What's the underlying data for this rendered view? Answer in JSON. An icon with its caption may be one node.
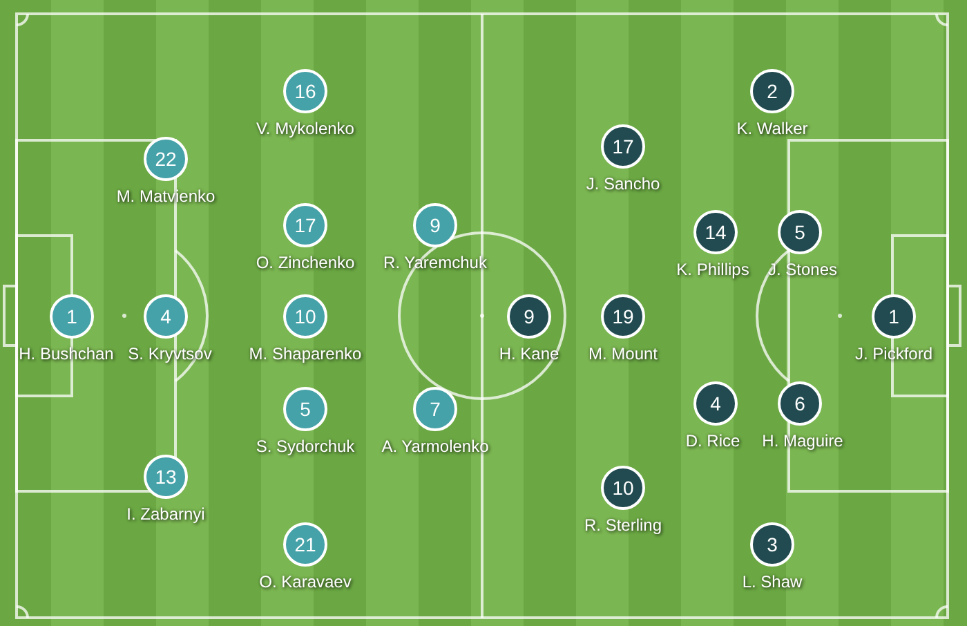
{
  "diagram": {
    "nodes": [
      {
        "text": [
          "1",
          "H. Bushchan"
        ]
      },
      {
        "text": [
          "4",
          "S. Kryvtsov"
        ]
      },
      {
        "text": [
          "22",
          "M. Matvienko"
        ]
      },
      {
        "text": [
          "13",
          "I. Zabarnyi"
        ]
      },
      {
        "text": [
          "16",
          "V. Mykolenko"
        ]
      },
      {
        "text": [
          "17",
          "O. Zinchenko"
        ]
      },
      {
        "text": [
          "10",
          "M. Shaparenko"
        ]
      },
      {
        "text": [
          "5",
          "S. Sydorchuk"
        ]
      },
      {
        "text": [
          "21",
          "O. Karavaev"
        ]
      },
      {
        "text": [
          "9",
          "R. Yaremchuk"
        ]
      },
      {
        "text": [
          "7",
          "A. Yarmolenko"
        ]
      },
      {
        "text": [
          "9",
          "H. Kane"
        ]
      },
      {
        "text": [
          "17",
          "J. Sancho"
        ]
      },
      {
        "text": [
          "19",
          "M. Mount"
        ]
      },
      {
        "text": [
          "10",
          "R. Sterling"
        ]
      },
      {
        "text": [
          "2",
          "K. Walker"
        ]
      },
      {
        "text": [
          "14",
          "K. Phillips"
        ]
      },
      {
        "text": [
          "5",
          "J. Stones"
        ]
      },
      {
        "text": [
          "4",
          "D. Rice"
        ]
      },
      {
        "text": [
          "6",
          "H. Maguire"
        ]
      },
      {
        "text": [
          "3",
          "L. Shaw"
        ]
      },
      {
        "text": [
          "1",
          "J. Pickford"
        ]
      }
    ]
  }
}
